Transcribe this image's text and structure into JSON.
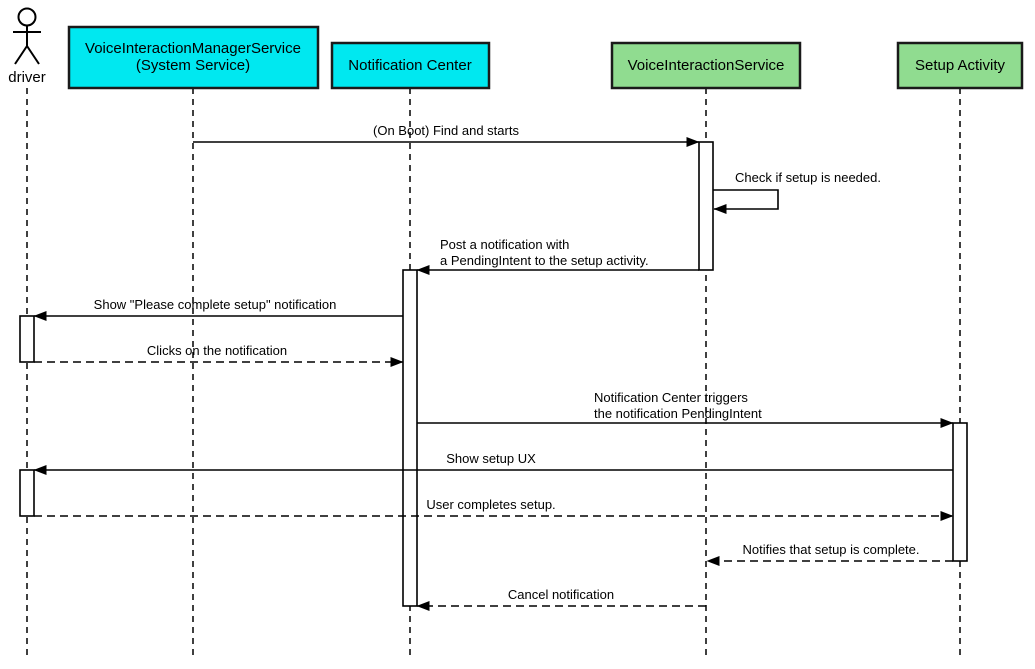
{
  "participants": {
    "driver": {
      "label": "driver",
      "kind": "actor"
    },
    "manager_service": {
      "label_line1": "VoiceInteractionManagerService",
      "label_line2": "(System Service)"
    },
    "notification_center": {
      "label": "Notification Center"
    },
    "voice_interaction_service": {
      "label": "VoiceInteractionService"
    },
    "setup_activity": {
      "label": "Setup Activity"
    }
  },
  "messages": {
    "on_boot_find_and_starts": {
      "label": "(On Boot) Find and starts",
      "line": "solid"
    },
    "check_if_setup_needed": {
      "label": "Check if setup is needed.",
      "line": "solid-self"
    },
    "post_notification": {
      "label_line1": "Post a notification with",
      "label_line2": "a PendingIntent to the setup activity.",
      "line": "solid"
    },
    "show_complete_setup_notification": {
      "label": "Show \"Please complete setup\" notification",
      "line": "solid"
    },
    "clicks_on_notification": {
      "label": "Clicks on the notification",
      "line": "dashed"
    },
    "triggers_pending_intent": {
      "label_line1": "Notification Center triggers",
      "label_line2": "the notification PendingIntent",
      "line": "solid"
    },
    "show_setup_ux": {
      "label": "Show setup UX",
      "line": "solid"
    },
    "user_completes_setup": {
      "label": "User completes setup.",
      "line": "dashed"
    },
    "notifies_setup_complete": {
      "label": "Notifies that setup is complete.",
      "line": "dashed"
    },
    "cancel_notification": {
      "label": "Cancel notification",
      "line": "dashed"
    }
  },
  "colors": {
    "system_service_fill": "#00E8F0",
    "app_fill": "#90DC90",
    "stroke": "#000000",
    "background": "#FFFFFF"
  }
}
